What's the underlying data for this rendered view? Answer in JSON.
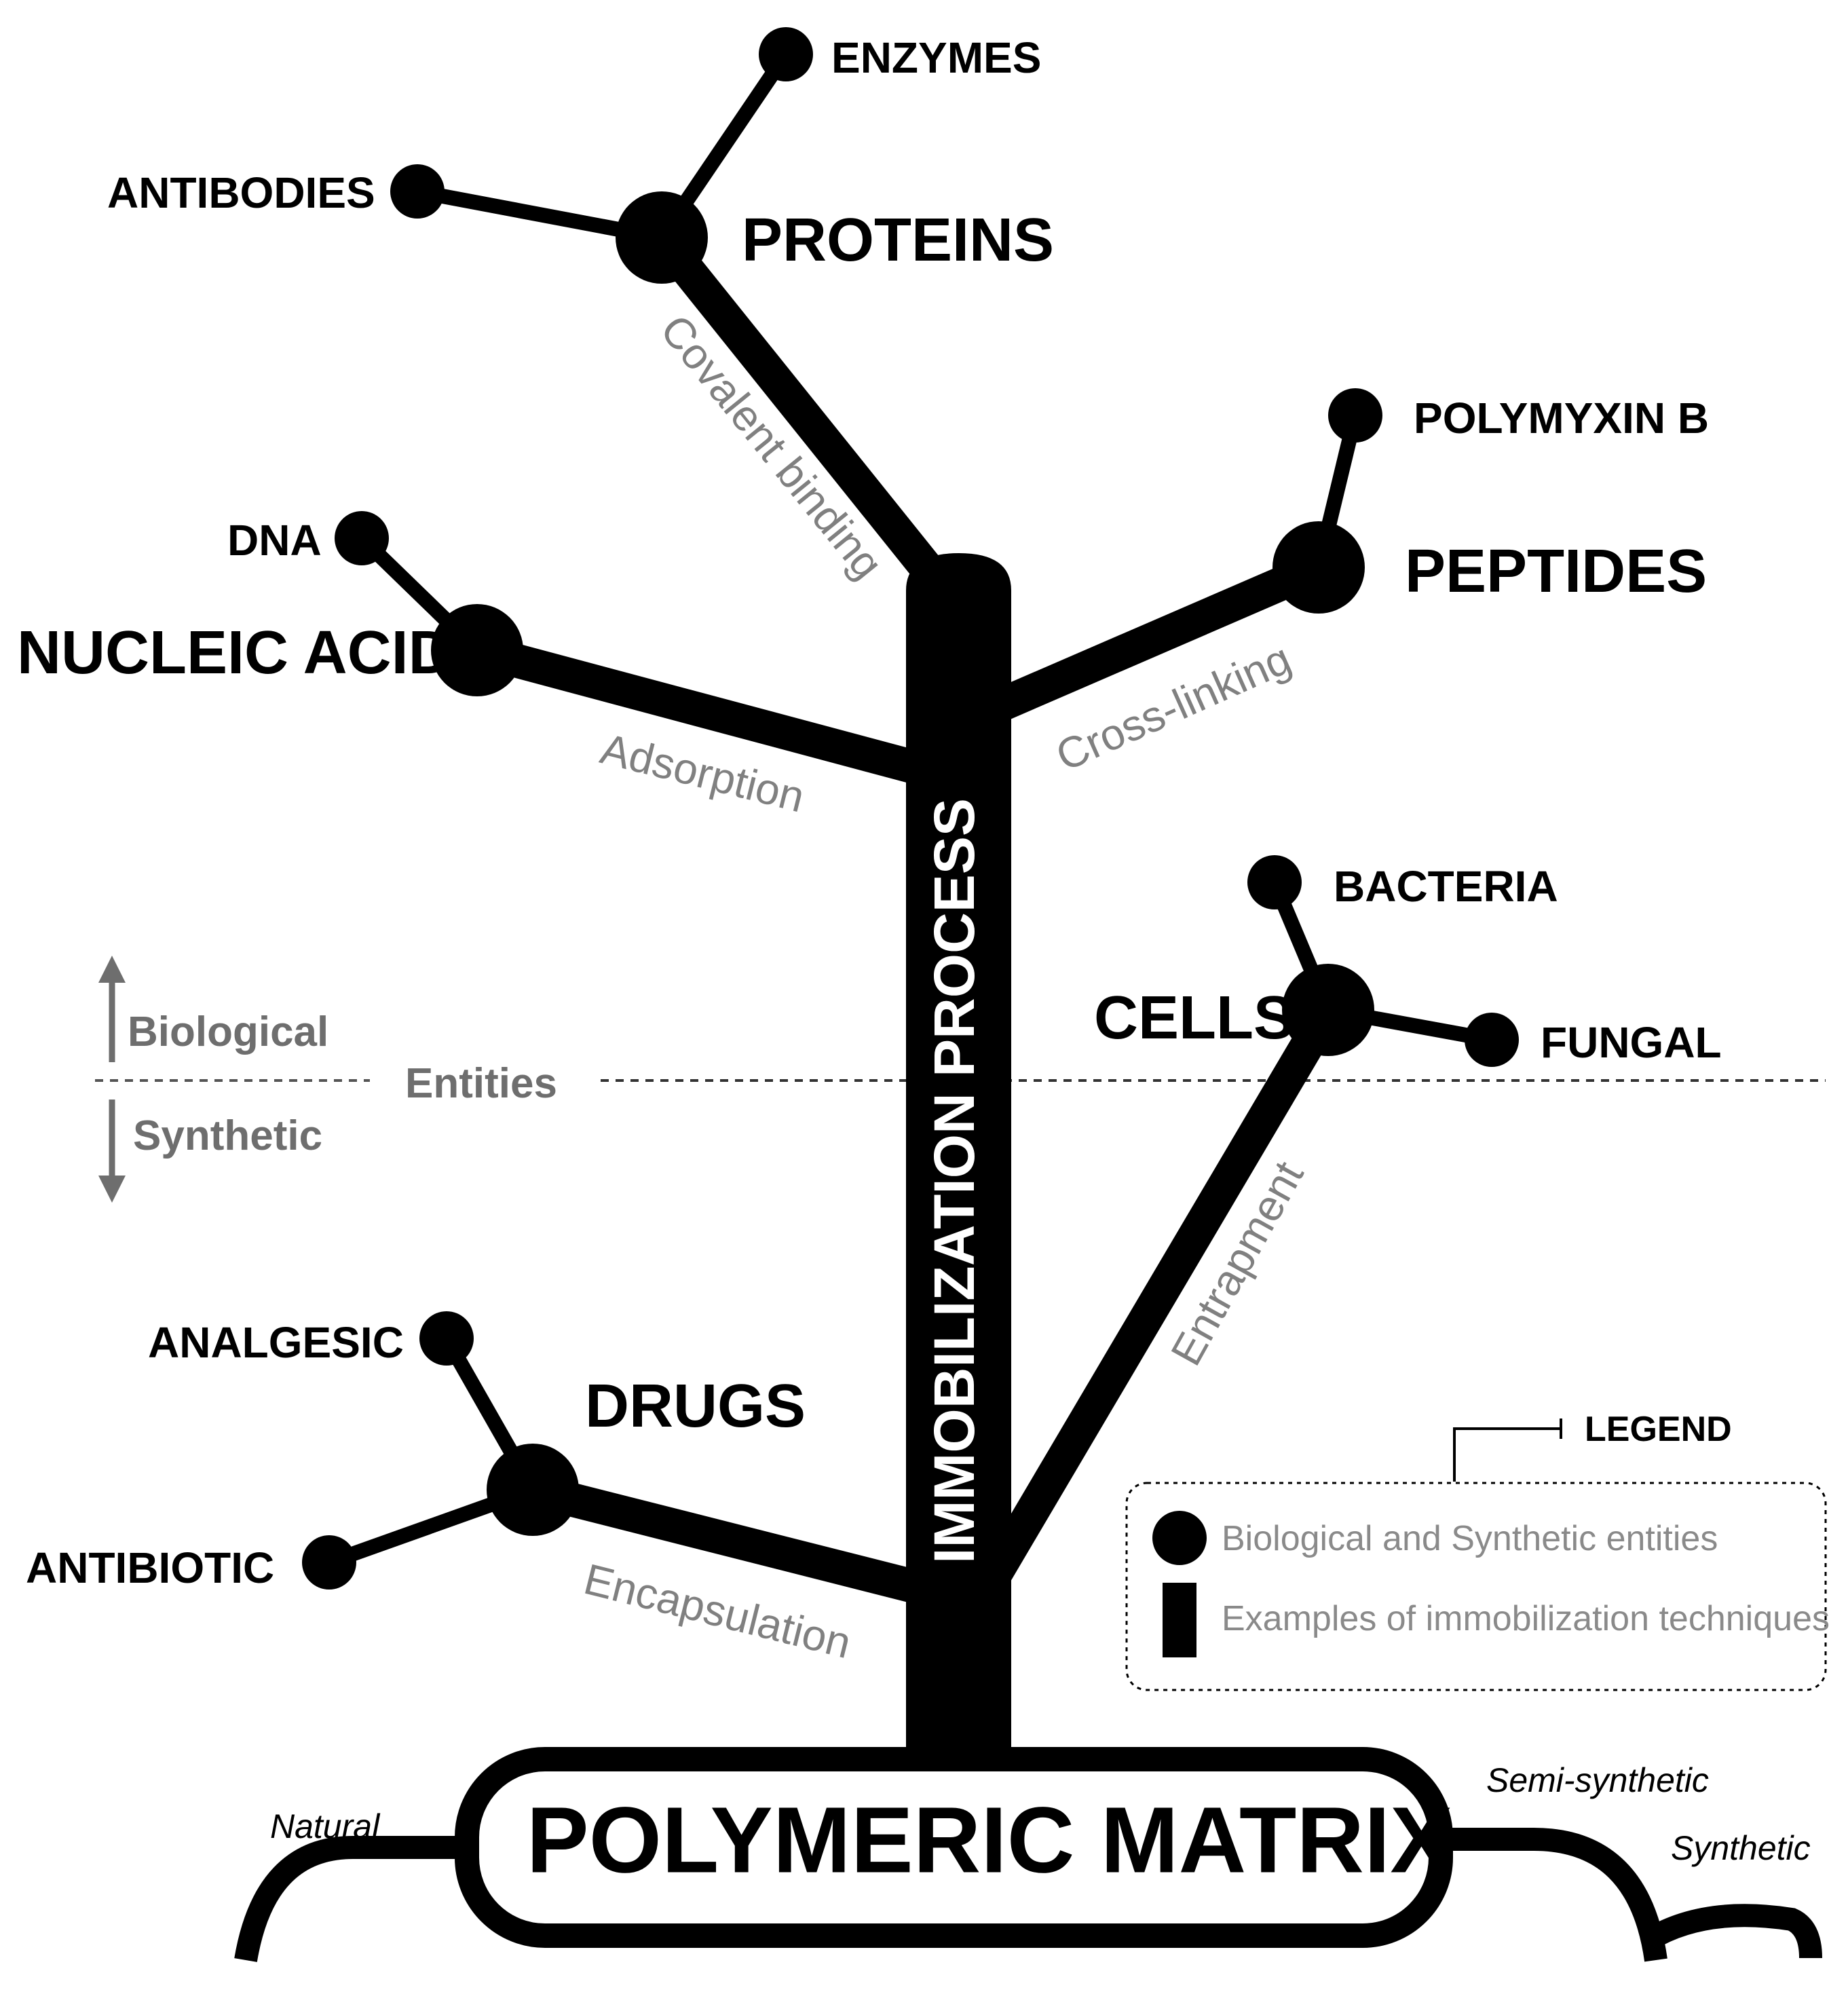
{
  "trunk_label": "IMMOBILIZATION PROCESS",
  "matrix": {
    "label": "POLYMERIC MATRIX",
    "roots": [
      "Natural",
      "Semi-synthetic",
      "Synthetic"
    ]
  },
  "categories": [
    {
      "name": "PROTEINS",
      "technique": "Covalent binding",
      "examples": [
        "ENZYMES",
        "ANTIBODIES"
      ]
    },
    {
      "name": "NUCLEIC ACIDS",
      "technique": "Adsorption",
      "examples": [
        "DNA"
      ]
    },
    {
      "name": "PEPTIDES",
      "technique": "Cross-linking",
      "examples": [
        "POLYMYXIN B"
      ]
    },
    {
      "name": "CELLS",
      "technique": "Entrapment",
      "examples": [
        "BACTERIA",
        "FUNGAL"
      ]
    },
    {
      "name": "DRUGS",
      "technique": "Encapsulation",
      "examples": [
        "ANALGESIC",
        "ANTIBIOTIC"
      ]
    }
  ],
  "entities_axis": {
    "label": "Entities",
    "up": "Biological",
    "down": "Synthetic"
  },
  "legend": {
    "title": "LEGEND",
    "items": [
      {
        "icon": "circle",
        "text": "Biological and Synthetic entities"
      },
      {
        "icon": "bar",
        "text": "Examples of immobilization techniques"
      }
    ]
  },
  "colors": {
    "main": "#000000",
    "technique_text": "#808080",
    "axis_text": "#6e6e6e",
    "legend_text": "#8a8a8a"
  }
}
